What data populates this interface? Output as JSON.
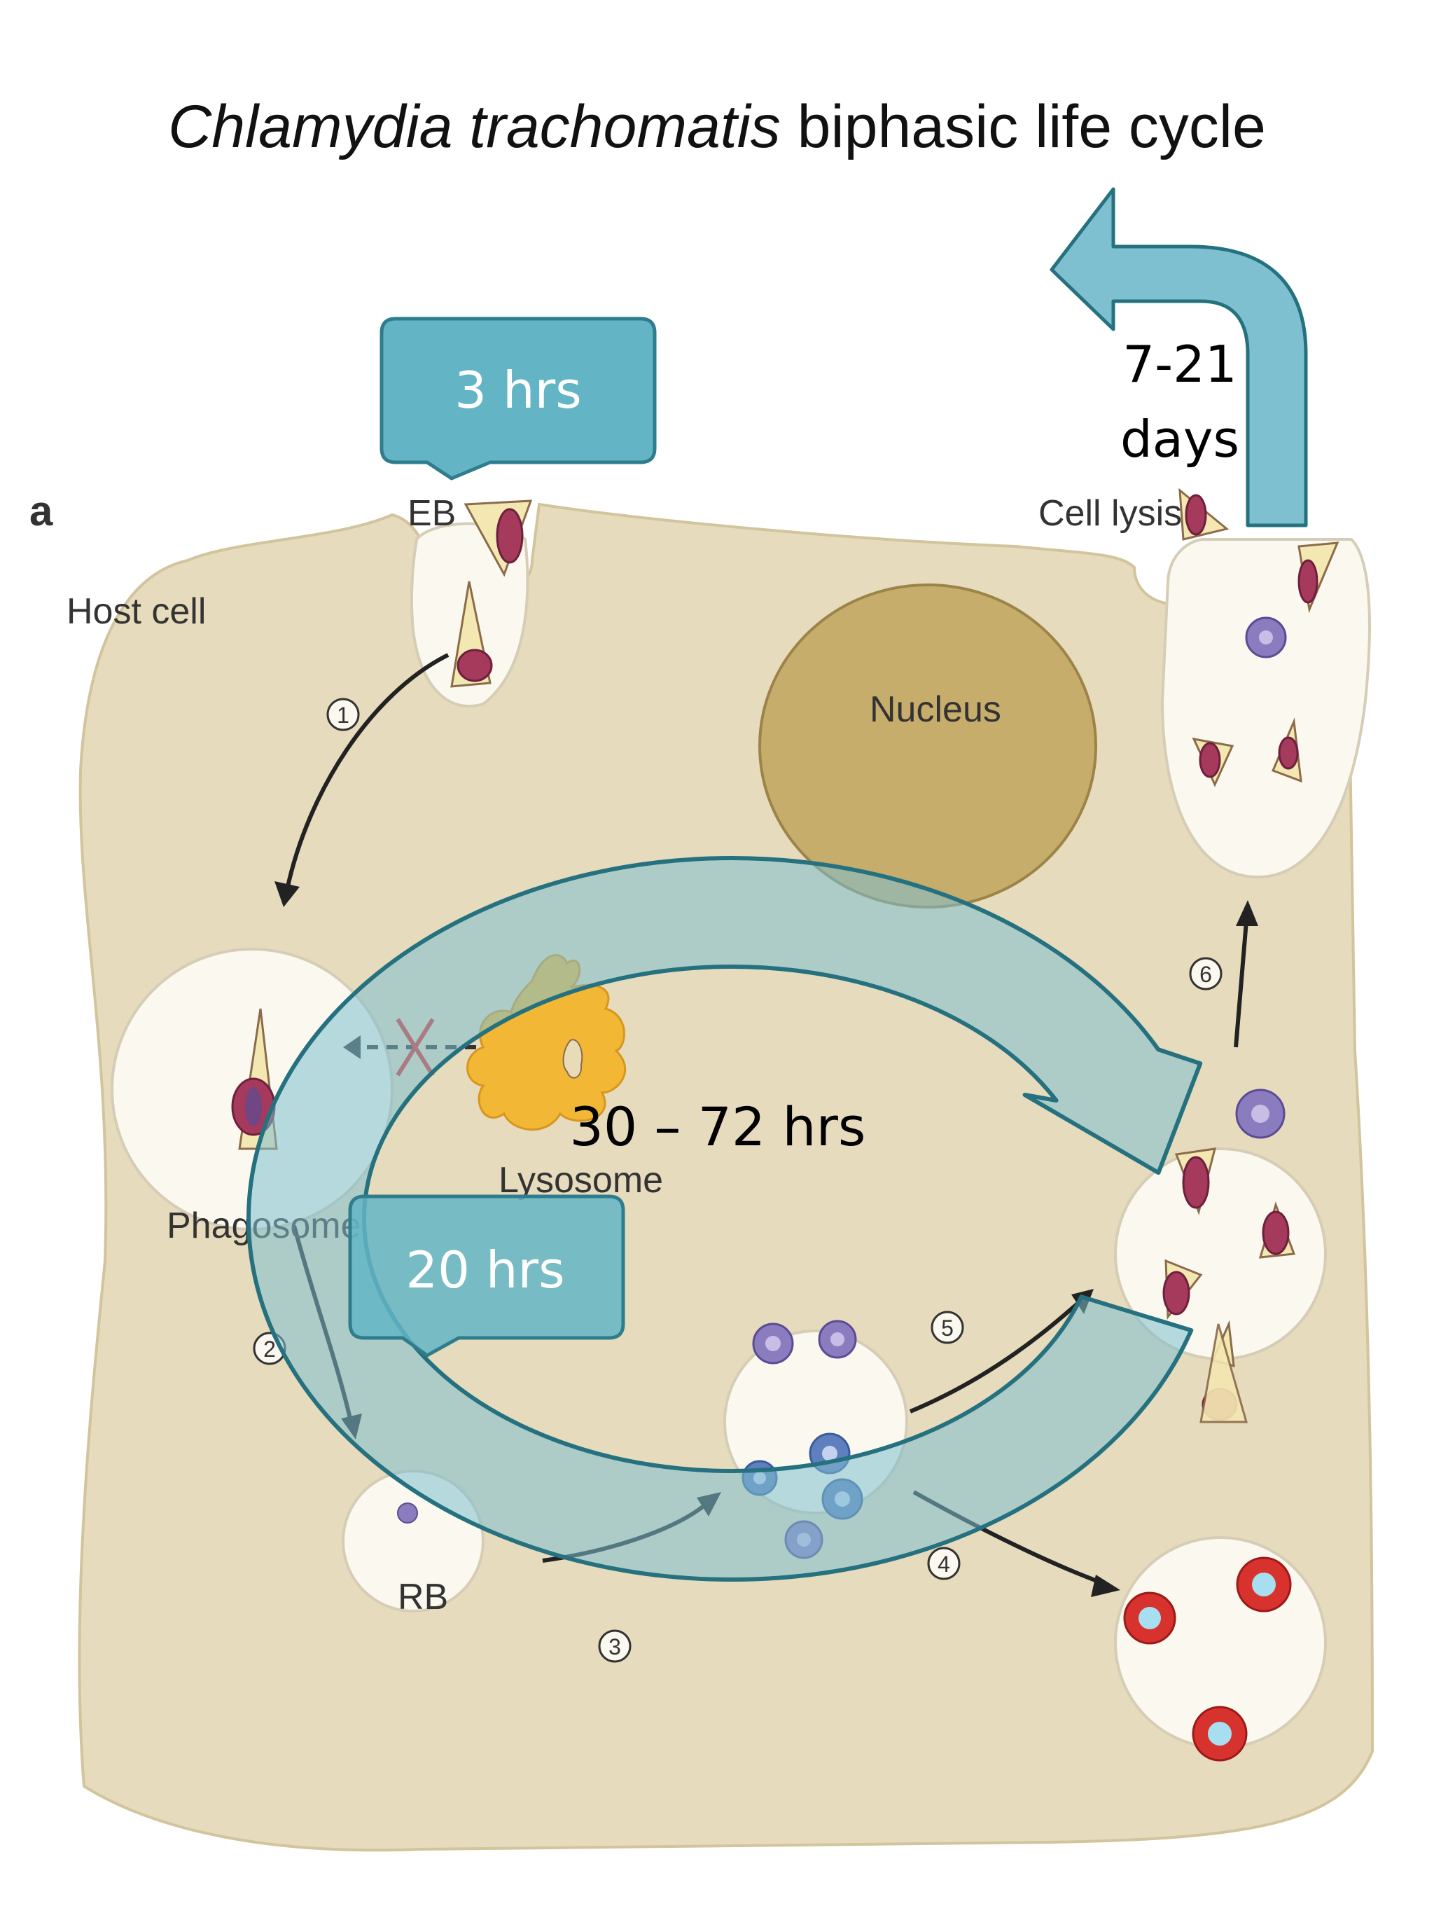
{
  "title": {
    "italic": "Chlamydia trachomatis",
    "regular": " biphasic life cycle"
  },
  "panel_label": "a",
  "labels": {
    "host_cell": "Host cell",
    "eb": "EB",
    "cell_lysis": "Cell lysis",
    "nucleus": "Nucleus",
    "lysosome": "Lysosome",
    "phagosome": "Phagosome",
    "rb": "RB"
  },
  "steps": [
    "1",
    "2",
    "3",
    "4",
    "5",
    "6"
  ],
  "callouts": {
    "three_hrs": "3 hrs",
    "twenty_hrs": "20 hrs"
  },
  "times": {
    "cycle": "30 – 72 hrs",
    "lysis_line1": "7-21",
    "lysis_line2": "days"
  },
  "colors": {
    "cytoplasm": "#e6dbbc",
    "vacuole": "#fbf8ef",
    "nucleus": "#c7ad6c",
    "lysosome": "#f2b734",
    "eb_body": "#f3e8b2",
    "eb_core": "#a53a5c",
    "rb": "#8b7cc0",
    "rb_blue": "#5f7fbf",
    "persistent": "#d8322e",
    "arrow_fill": "#7ec0cf",
    "arrow_stroke": "#25717f",
    "callout_fill": "#63b5c6",
    "callout_stroke": "#2f7d8c"
  }
}
